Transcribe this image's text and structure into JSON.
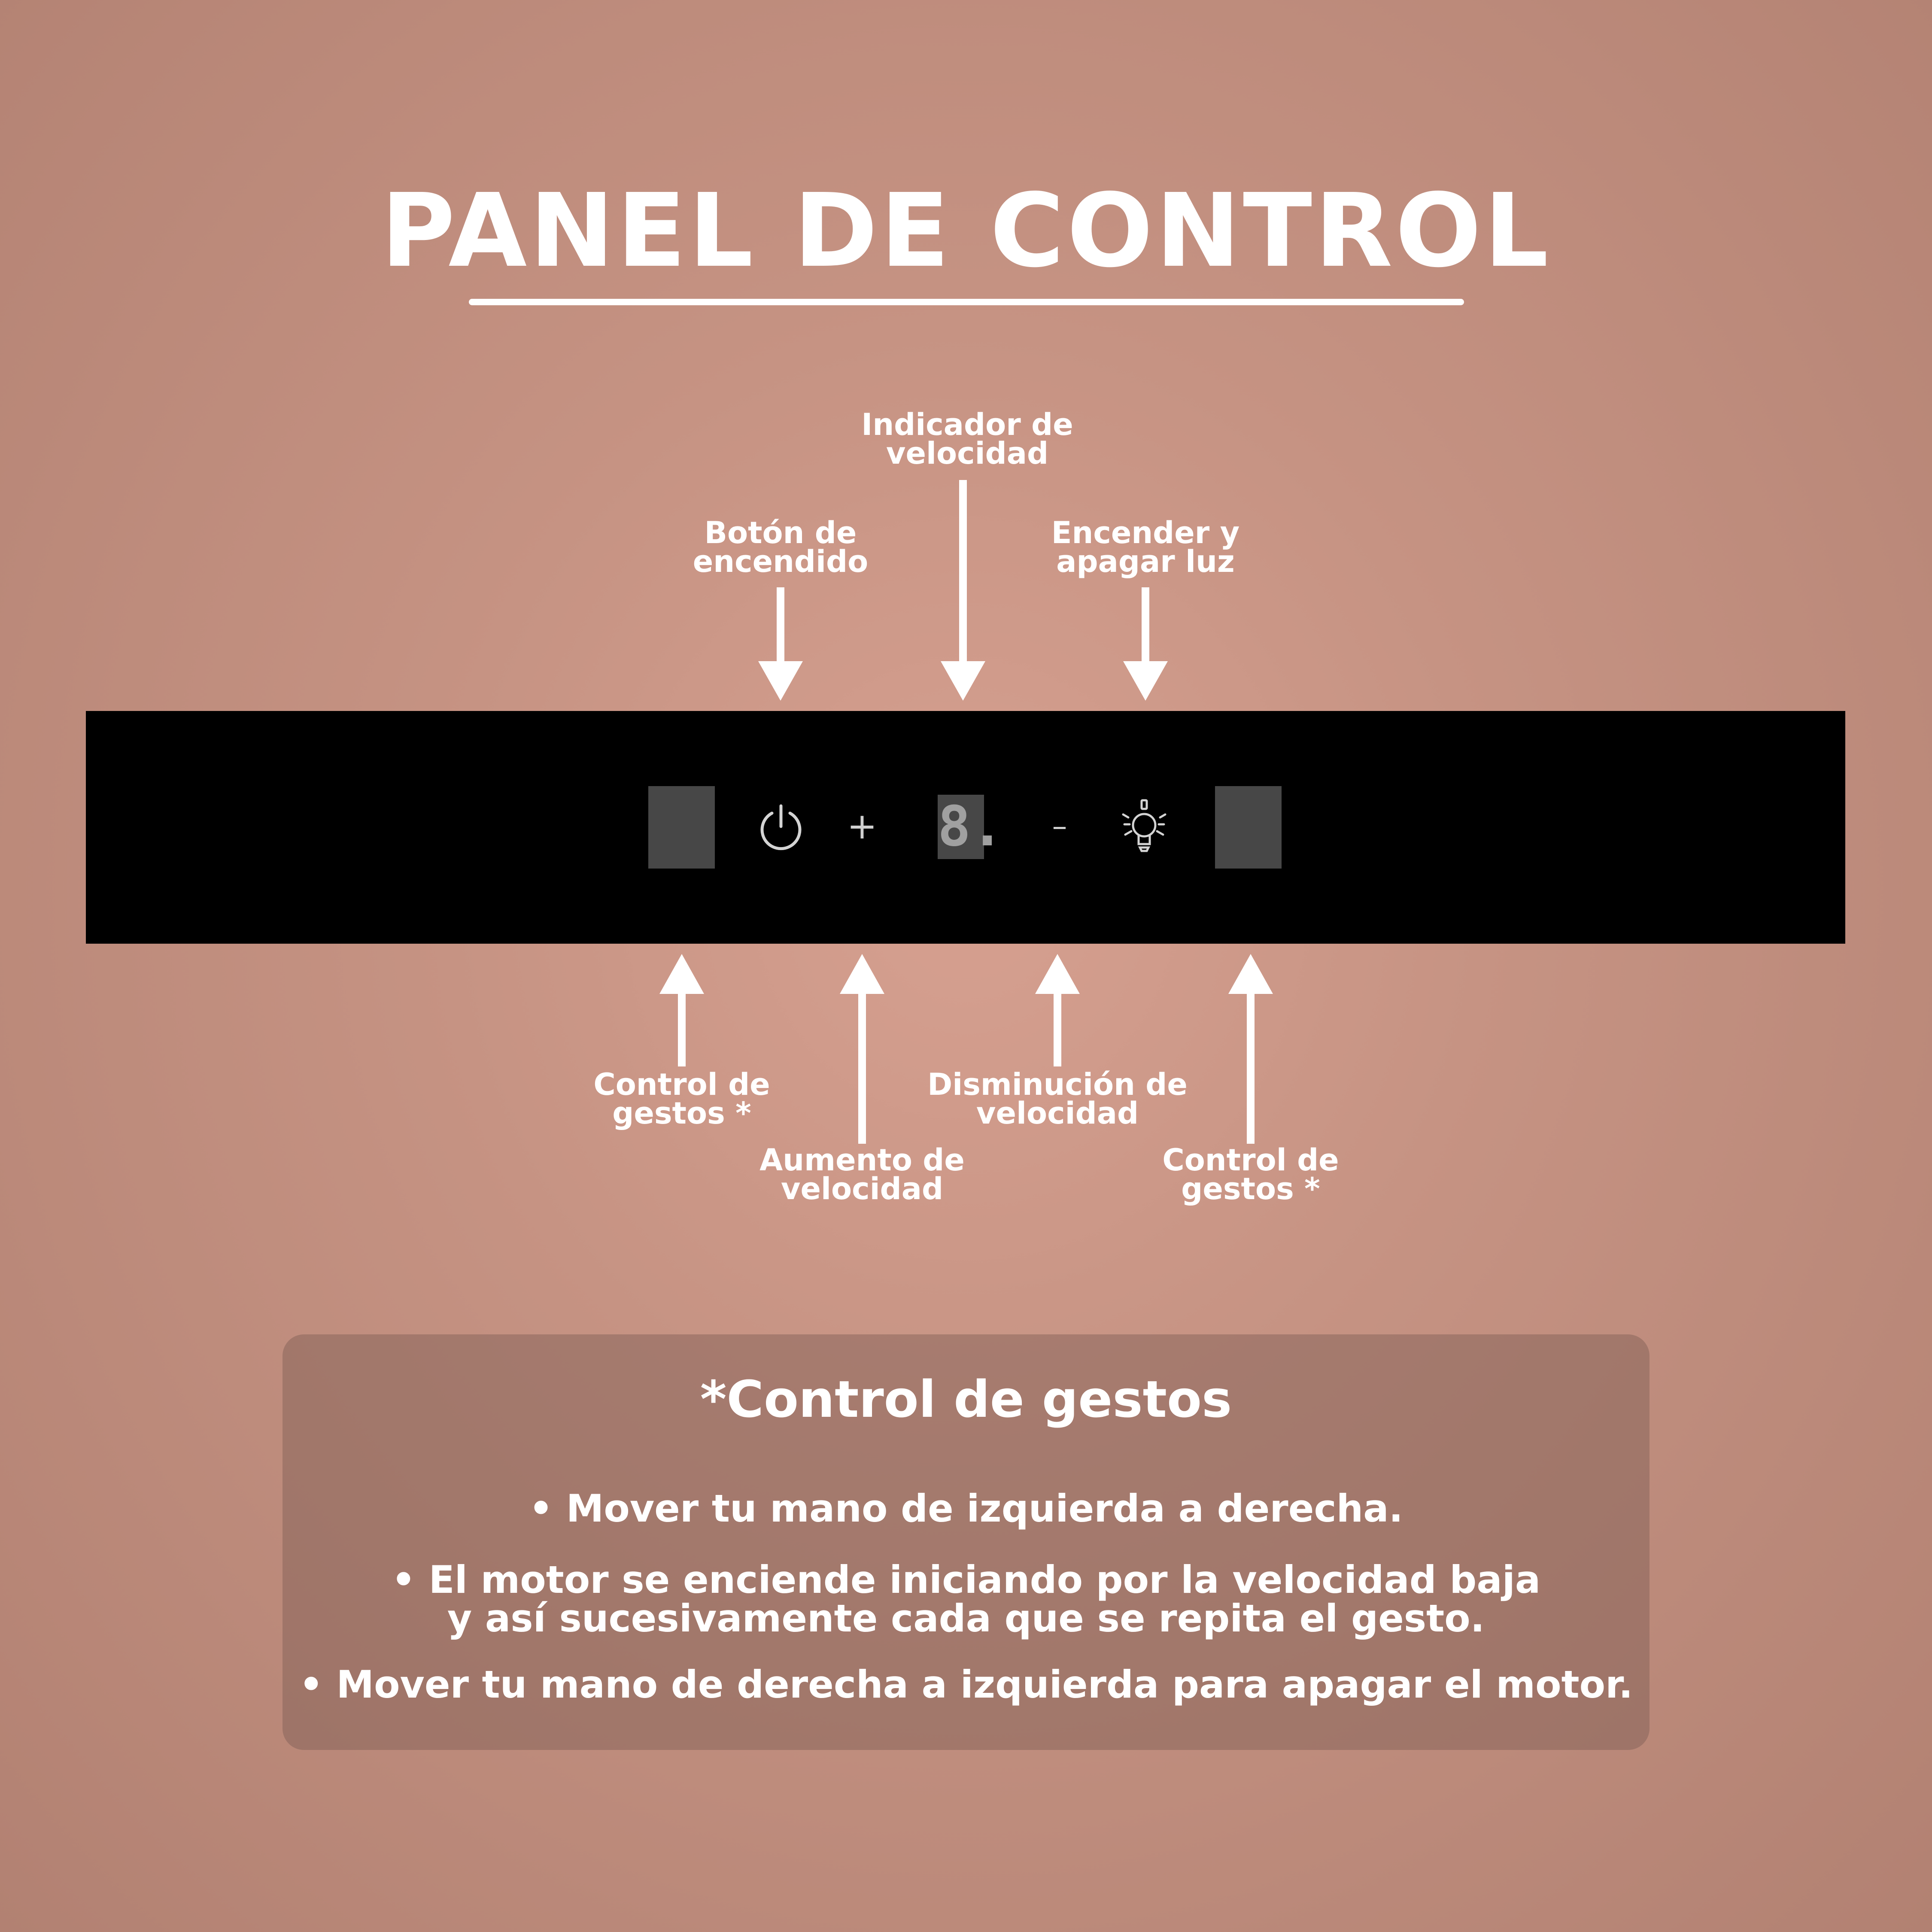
{
  "title": "PANEL DE CONTROL",
  "callouts": {
    "power": {
      "line1": "Botón de",
      "line2": "encendido"
    },
    "speed_ind": {
      "line1": "Indicador de",
      "line2": "velocidad"
    },
    "light": {
      "line1": "Encender y",
      "line2": "apagar luz"
    },
    "gesture_l": {
      "line1": "Control de",
      "line2": "gestos *"
    },
    "speed_up": {
      "line1": "Aumento de",
      "line2": "velocidad"
    },
    "speed_down": {
      "line1": "Disminución de",
      "line2": "velocidad"
    },
    "gesture_r": {
      "line1": "Control de",
      "line2": "gestos *"
    }
  },
  "panel": {
    "plus_symbol": "+",
    "minus_symbol": "–",
    "display_digit": "8.",
    "icons": [
      "power-icon",
      "light-bulb-icon"
    ],
    "colors": {
      "panel": "#000000",
      "control_gray": "#474747",
      "glyph": "#cfcfcf"
    }
  },
  "notes": {
    "title": "*Control de gestos",
    "bullets": [
      "• Mover tu mano de izquierda a derecha.",
      "• El motor se enciende iniciando por la velocidad baja",
      "y así sucesivamente cada que se repita el gesto.",
      "• Mover tu mano de derecha a izquierda para apagar el motor."
    ]
  },
  "colors": {
    "background": "#c69383",
    "text": "#ffffff",
    "notes_box": "#9d7468"
  }
}
